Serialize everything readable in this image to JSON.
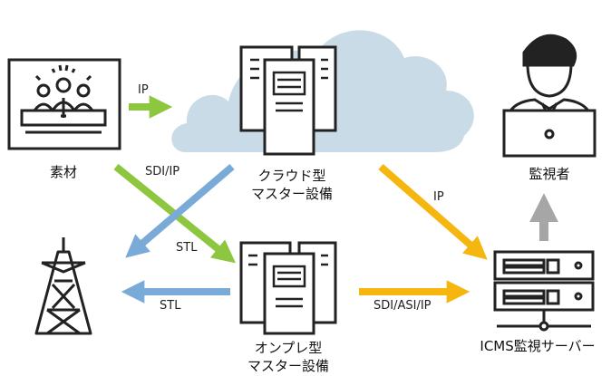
{
  "nodes": {
    "source": "素材",
    "cloud_line1": "クラウド型",
    "cloud_line2": "マスター設備",
    "onprem_line1": "オンプレ型",
    "onprem_line2": "マスター設備",
    "monitor_person": "監視者",
    "icms_server": "ICMS監視サーバー"
  },
  "edges": {
    "source_to_cloud": "IP",
    "source_to_onprem": "SDI/IP",
    "cloud_to_tower": "STL",
    "onprem_to_tower": "STL",
    "cloud_to_icms": "IP",
    "onprem_to_icms": "SDI/ASI/IP"
  },
  "colors": {
    "ip_arrow": "#8dc63f",
    "stl_arrow": "#7aaad8",
    "monitor_arrow": "#f5b60f",
    "up_arrow": "#a6a6a6",
    "cloud": "#c9dbe6",
    "stroke": "#222222"
  }
}
